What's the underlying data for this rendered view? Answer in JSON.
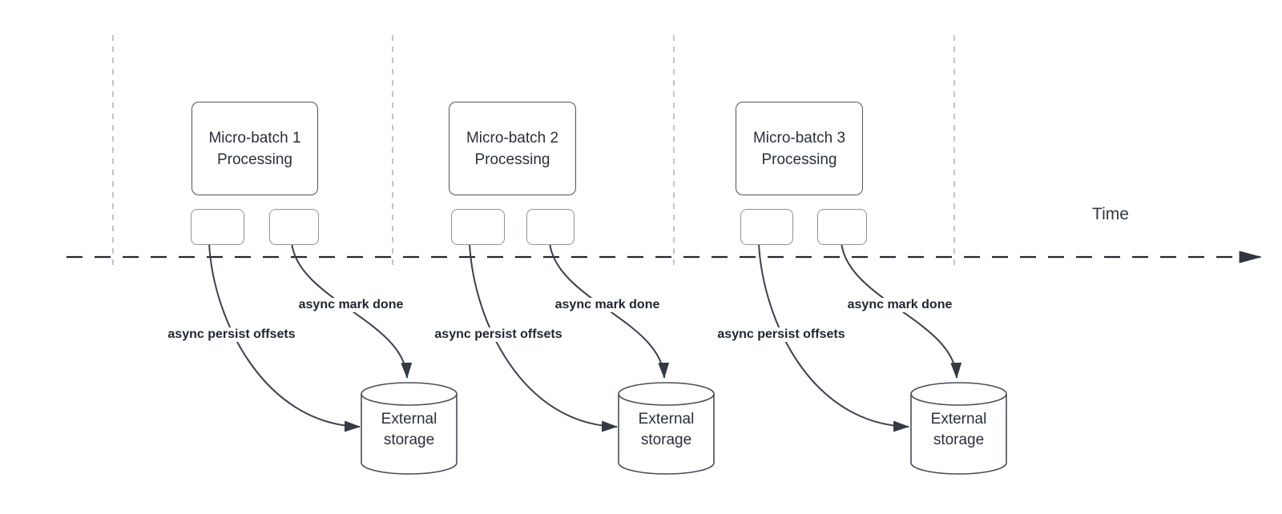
{
  "timeline": {
    "label": "Time"
  },
  "batches": [
    {
      "title_line1": "Micro-batch 1",
      "title_line2": "Processing",
      "persist_label": "async persist offsets",
      "done_label": "async mark done",
      "storage_line1": "External",
      "storage_line2": "storage"
    },
    {
      "title_line1": "Micro-batch 2",
      "title_line2": "Processing",
      "persist_label": "async persist offsets",
      "done_label": "async mark done",
      "storage_line1": "External",
      "storage_line2": "storage"
    },
    {
      "title_line1": "Micro-batch 3",
      "title_line2": "Processing",
      "persist_label": "async persist offsets",
      "done_label": "async mark done",
      "storage_line1": "External",
      "storage_line2": "storage"
    }
  ]
}
